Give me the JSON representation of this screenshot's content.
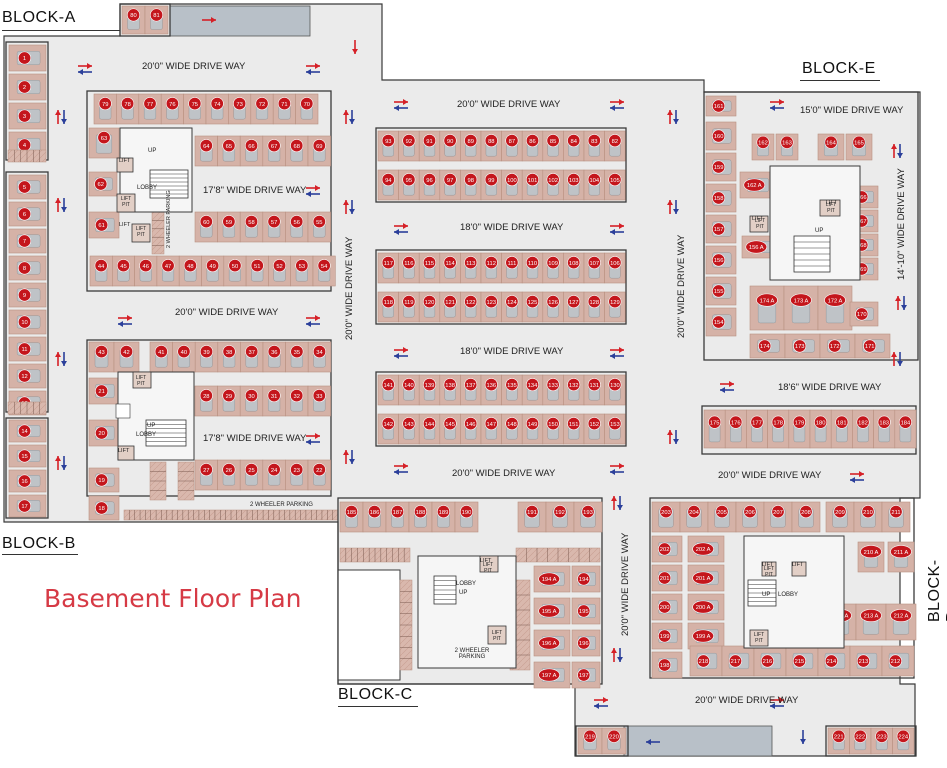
{
  "title": "Basement Floor Plan",
  "blocks": {
    "a": "BLOCK-A",
    "b": "BLOCK-B",
    "c": "BLOCK-C",
    "d": "BLOCK-D",
    "e": "BLOCK-E"
  },
  "roads": {
    "top_a": "20'0\" WIDE DRIVE WAY",
    "top_mid": "20'0\" WIDE DRIVE WAY",
    "e_top": "15'0\" WIDE DRIVE WAY",
    "a_inner": "17'8\" WIDE DRIVE WAY",
    "mid_a": "20'0\"  WIDE DRIVE WAY",
    "b_inner": "17'8\" WIDE DRIVE WAY",
    "mid_18a": "18'0\" WIDE DRIVE WAY",
    "mid_18b": "18'0\" WIDE DRIVE WAY",
    "e_lower": "18'6\"  WIDE DRIVE WAY",
    "bottom_mid": "20'0\" WIDE DRIVE WAY",
    "bottom_right": "20'0\" WIDE DRIVE WAY",
    "d_bottom": "20'0\" WIDE DRIVE WAY",
    "v_left": "20'0\" WIDE DRIVE WAY",
    "v_right": "20'0\" WIDE DRIVE WAY",
    "v_e": "14'-10\" WIDE DRIVE WAY",
    "v_c": "20'0\" WIDE DRIVE WAY"
  },
  "labels": {
    "lift": "LIFT",
    "lift_pit": "LIFT PIT",
    "lobby": "LOBBY",
    "up": "UP",
    "two_wheeler": "2 WHEELER PARKING",
    "two_wheeler_parking_b": "2 WHEELER PARKING",
    "two_wheeler_c": "2 WHEELER PARKING"
  },
  "colors": {
    "paper": "#ececec",
    "bay": "#d5b2a7",
    "bay_line": "#b89080",
    "badge": "#c4161c",
    "wall": "#3a3a3a",
    "arrow_red": "#d52027",
    "arrow_blue": "#2b3f9a",
    "title": "#d63a45"
  }
}
